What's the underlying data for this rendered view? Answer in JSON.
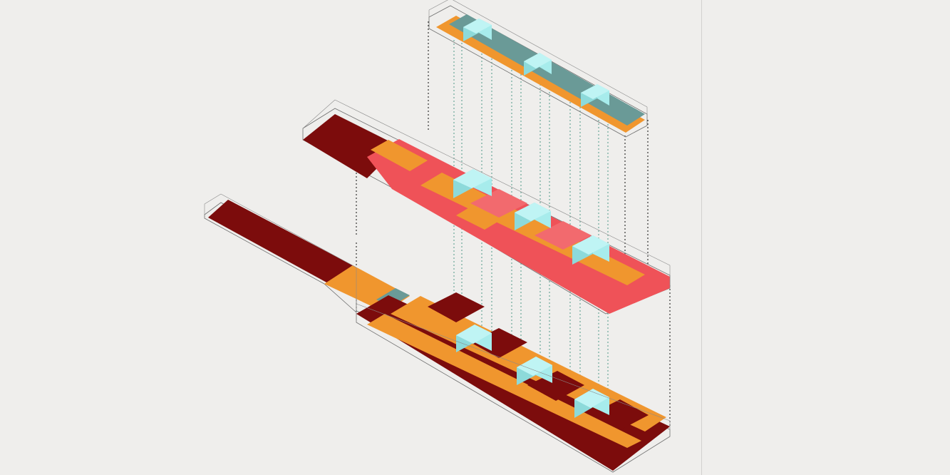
{
  "diagram": {
    "view": "exploded-axonometric",
    "colors": {
      "background": "#efeeec",
      "divider": "#d2d1cf",
      "frame": "#6f6f6f",
      "dark_red": "#7c0c0c",
      "coral": "#ef5258",
      "orange": "#f0962e",
      "slate_teal": "#6a9a97",
      "cyan": "#a7ecec",
      "cyan_side": "#8ddada",
      "leader_black": "#222222",
      "leader_teal": "#3e8f7e"
    },
    "levels": [
      {
        "id": "level-top",
        "palette": [
          "slate_teal",
          "orange",
          "cyan"
        ]
      },
      {
        "id": "level-middle",
        "palette": [
          "dark_red",
          "coral",
          "orange",
          "cyan"
        ]
      },
      {
        "id": "level-bottom",
        "palette": [
          "dark_red",
          "orange",
          "slate_teal",
          "cyan"
        ]
      }
    ]
  }
}
